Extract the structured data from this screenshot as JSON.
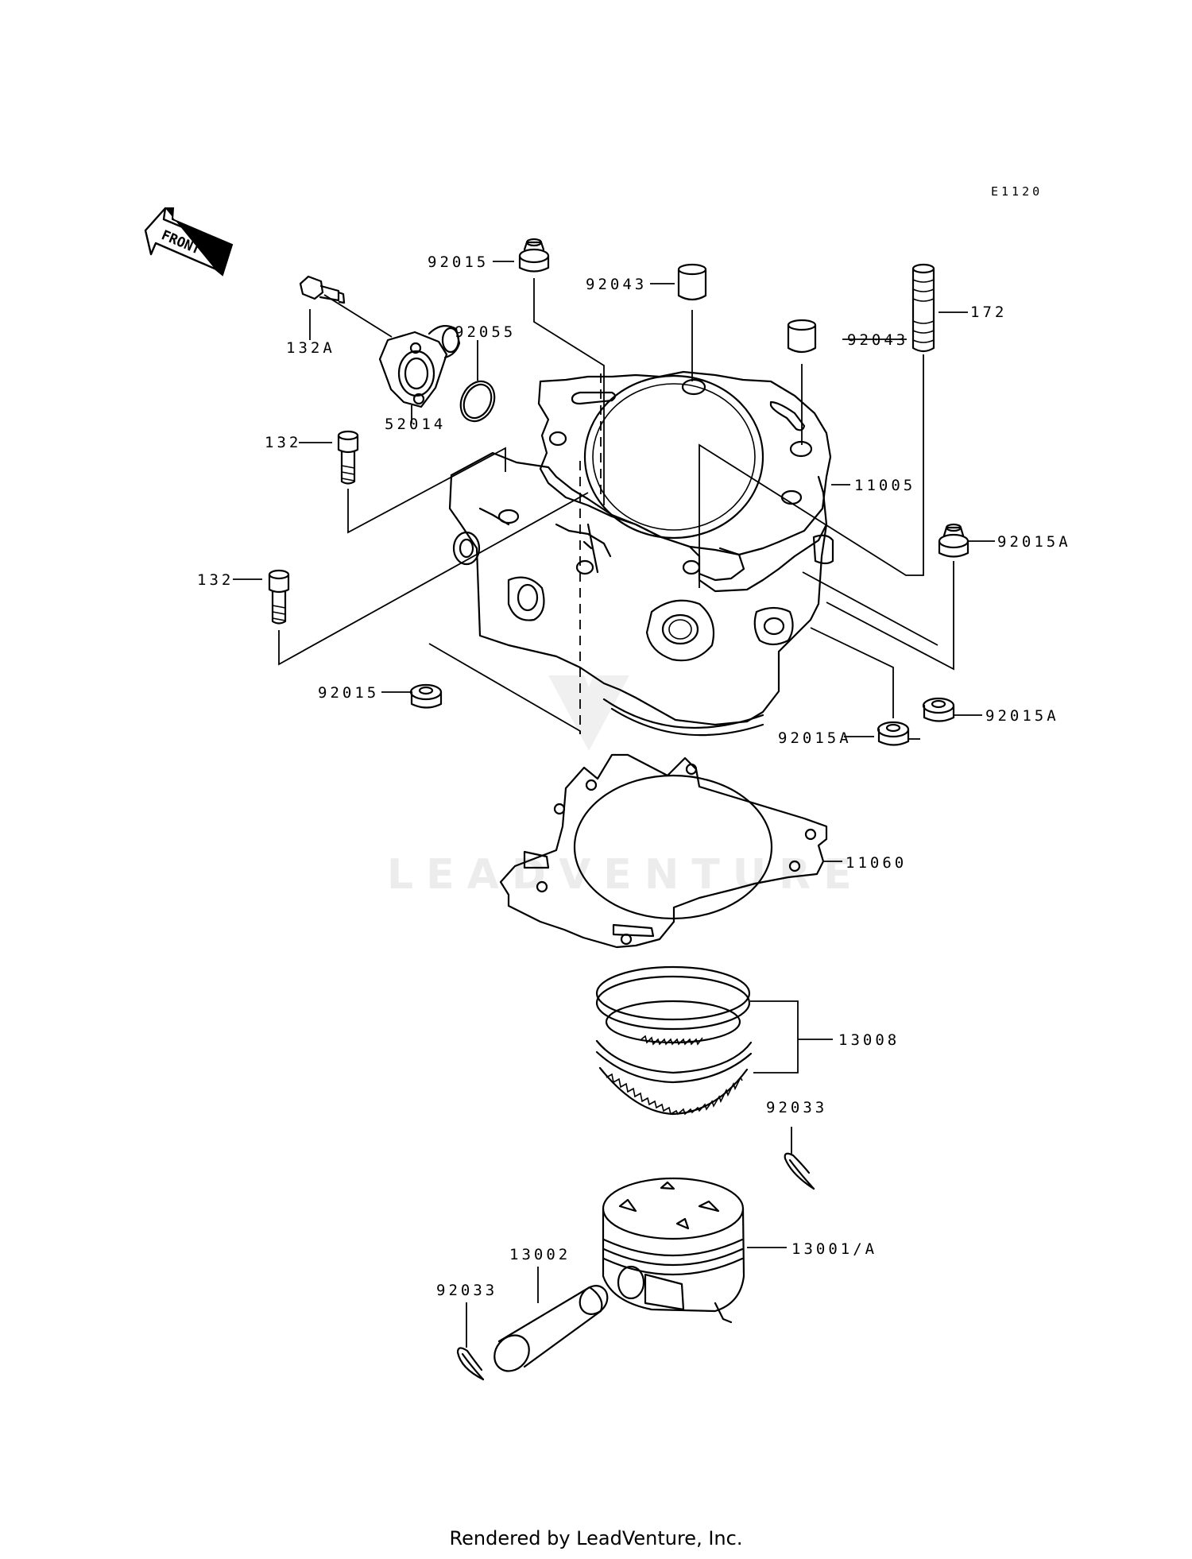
{
  "diagram": {
    "code": "E1120",
    "front_label": "FRONT",
    "watermark": "LEADVENTURE",
    "parts": [
      {
        "id": "92015-top",
        "number": "92015"
      },
      {
        "id": "92043-a",
        "number": "92043"
      },
      {
        "id": "92043-b",
        "number": "92043"
      },
      {
        "id": "172",
        "number": "172"
      },
      {
        "id": "132a",
        "number": "132A"
      },
      {
        "id": "92055",
        "number": "92055"
      },
      {
        "id": "52014",
        "number": "52014"
      },
      {
        "id": "132-upper",
        "number": "132"
      },
      {
        "id": "11005",
        "number": "11005"
      },
      {
        "id": "92015a-right",
        "number": "92015A"
      },
      {
        "id": "132-lower",
        "number": "132"
      },
      {
        "id": "92015-left",
        "number": "92015"
      },
      {
        "id": "92015a-lower-right",
        "number": "92015A"
      },
      {
        "id": "92015a-bottom",
        "number": "92015A"
      },
      {
        "id": "11060",
        "number": "11060"
      },
      {
        "id": "13008",
        "number": "13008"
      },
      {
        "id": "92033-right",
        "number": "92033"
      },
      {
        "id": "13001a",
        "number": "13001/A"
      },
      {
        "id": "13002",
        "number": "13002"
      },
      {
        "id": "92033-left",
        "number": "92033"
      }
    ]
  },
  "footer": {
    "text": "Rendered by LeadVenture, Inc."
  }
}
